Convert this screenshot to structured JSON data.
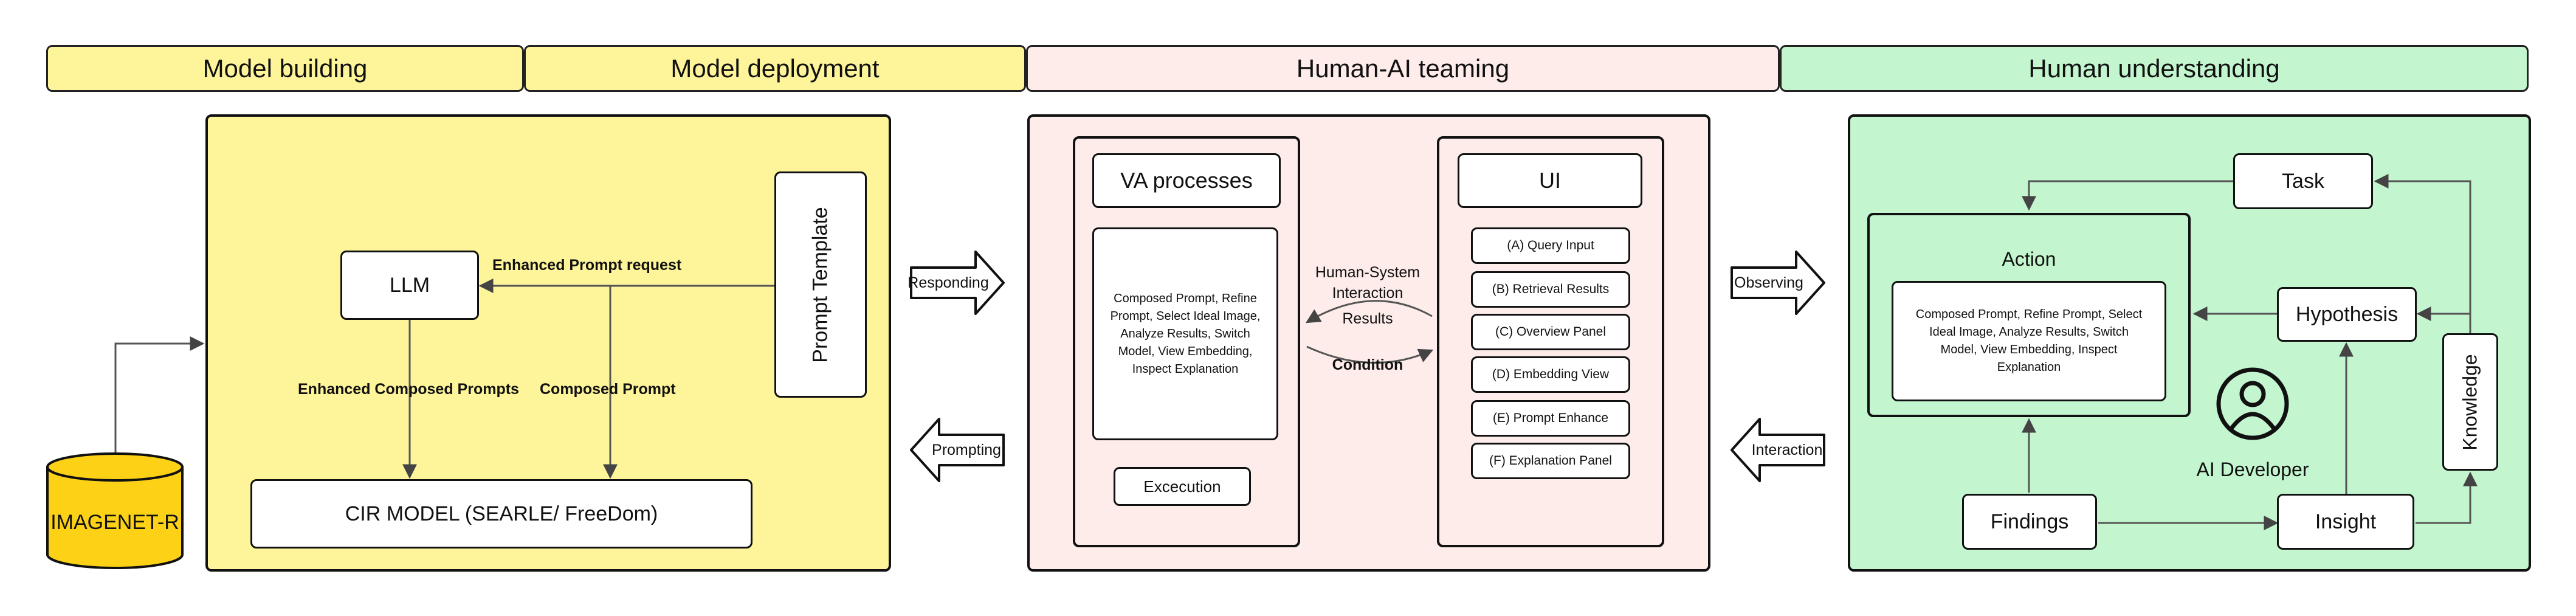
{
  "headers": {
    "model_building": "Model building",
    "model_deployment": "Model deployment",
    "human_ai_teaming": "Human-AI teaming",
    "human_understanding": "Human understanding"
  },
  "model": {
    "dataset": "IMAGENET-R",
    "llm": "LLM",
    "prompt_template": "Prompt Template",
    "enhanced_prompt_request": "Enhanced Prompt request",
    "enhanced_composed_prompts": "Enhanced Composed Prompts",
    "composed_prompt": "Composed Prompt",
    "cir_model": "CIR MODEL (SEARLE/ FreeDom)"
  },
  "flow": {
    "responding": "Responding",
    "prompting": "Prompting",
    "observing": "Observing",
    "interaction": "Interaction"
  },
  "teaming": {
    "va_title": "VA processes",
    "va_items": "Composed Prompt, Refine Prompt, Select Ideal Image, Analyze Results, Switch Model, View Embedding, Inspect Explanation",
    "execution": "Excecution",
    "hsi_label": "Human-System Interaction",
    "results": "Results",
    "condition": "Condition",
    "ui_title": "UI",
    "ui_items": [
      "(A) Query Input",
      "(B) Retrieval Results",
      "(C) Overview Panel",
      "(D) Embedding View",
      "(E) Prompt Enhance",
      "(F) Explanation Panel"
    ]
  },
  "understanding": {
    "task": "Task",
    "action": "Action",
    "action_items": "Composed Prompt, Refine Prompt, Select Ideal Image, Analyze Results, Switch Model, View Embedding, Inspect Explanation",
    "hypothesis": "Hypothesis",
    "knowledge": "Knowledge",
    "ai_developer": "AI Developer",
    "findings": "Findings",
    "insight": "Insight"
  },
  "colors": {
    "yellow": "#fef59a",
    "pink": "#fdecea",
    "green": "#c3f5cf",
    "dataset": "#fcd116"
  }
}
